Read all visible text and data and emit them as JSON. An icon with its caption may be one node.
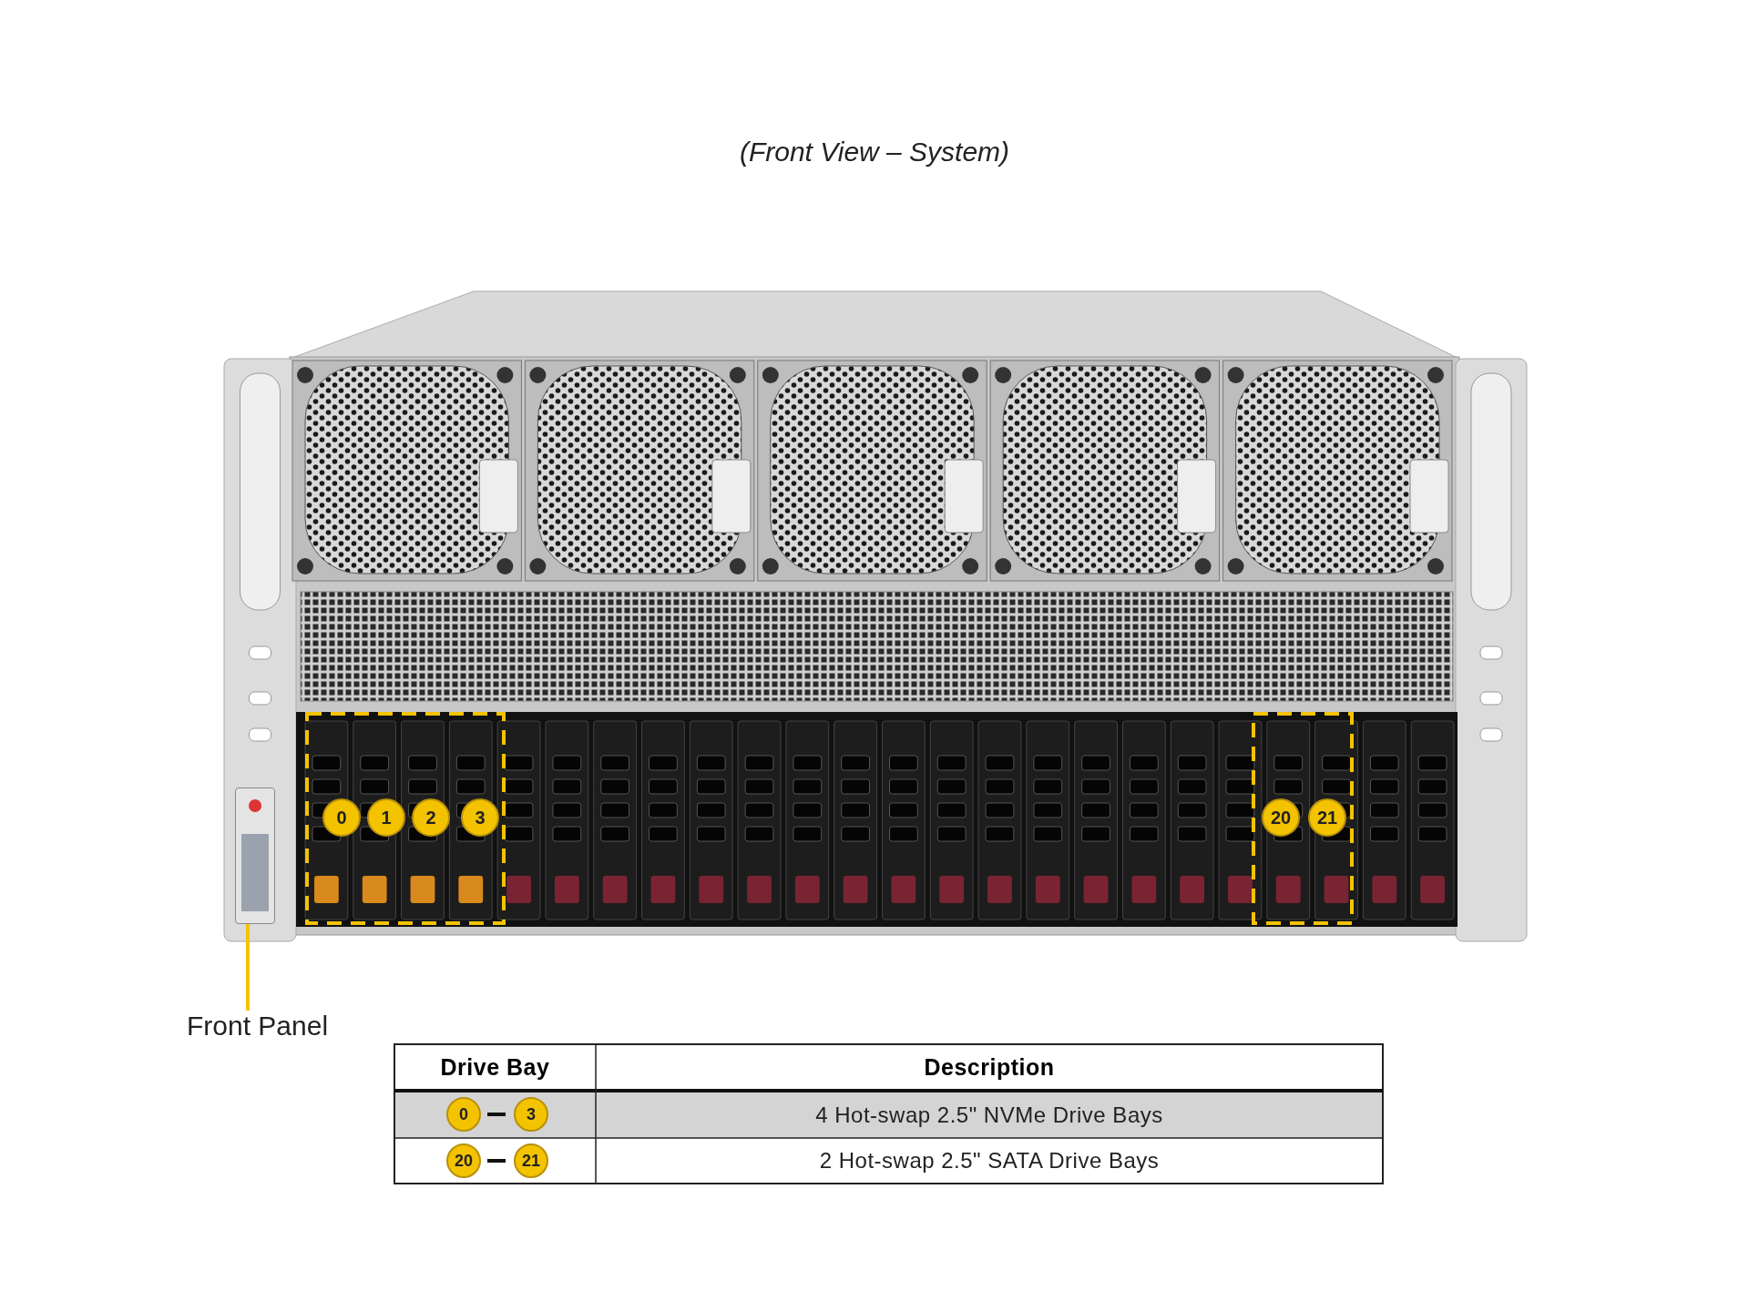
{
  "diagram": {
    "title": "(Front View – System)",
    "nodes": [
      {
        "text": [
          "Front Panel"
        ]
      },
      {
        "text": [],
        "shape": "box"
      }
    ],
    "edges": [
      {
        "from": 0,
        "to": 1,
        "arrow": "none"
      }
    ],
    "labels": [
      "0",
      "1",
      "2",
      "3",
      "20",
      "21",
      "Drive Bay",
      "Description",
      "0",
      "3",
      "4 Hot-swap 2.5\" NVMe Drive Bays",
      "20",
      "21",
      "2 Hot-swap 2.5\" SATA Drive Bays"
    ]
  }
}
